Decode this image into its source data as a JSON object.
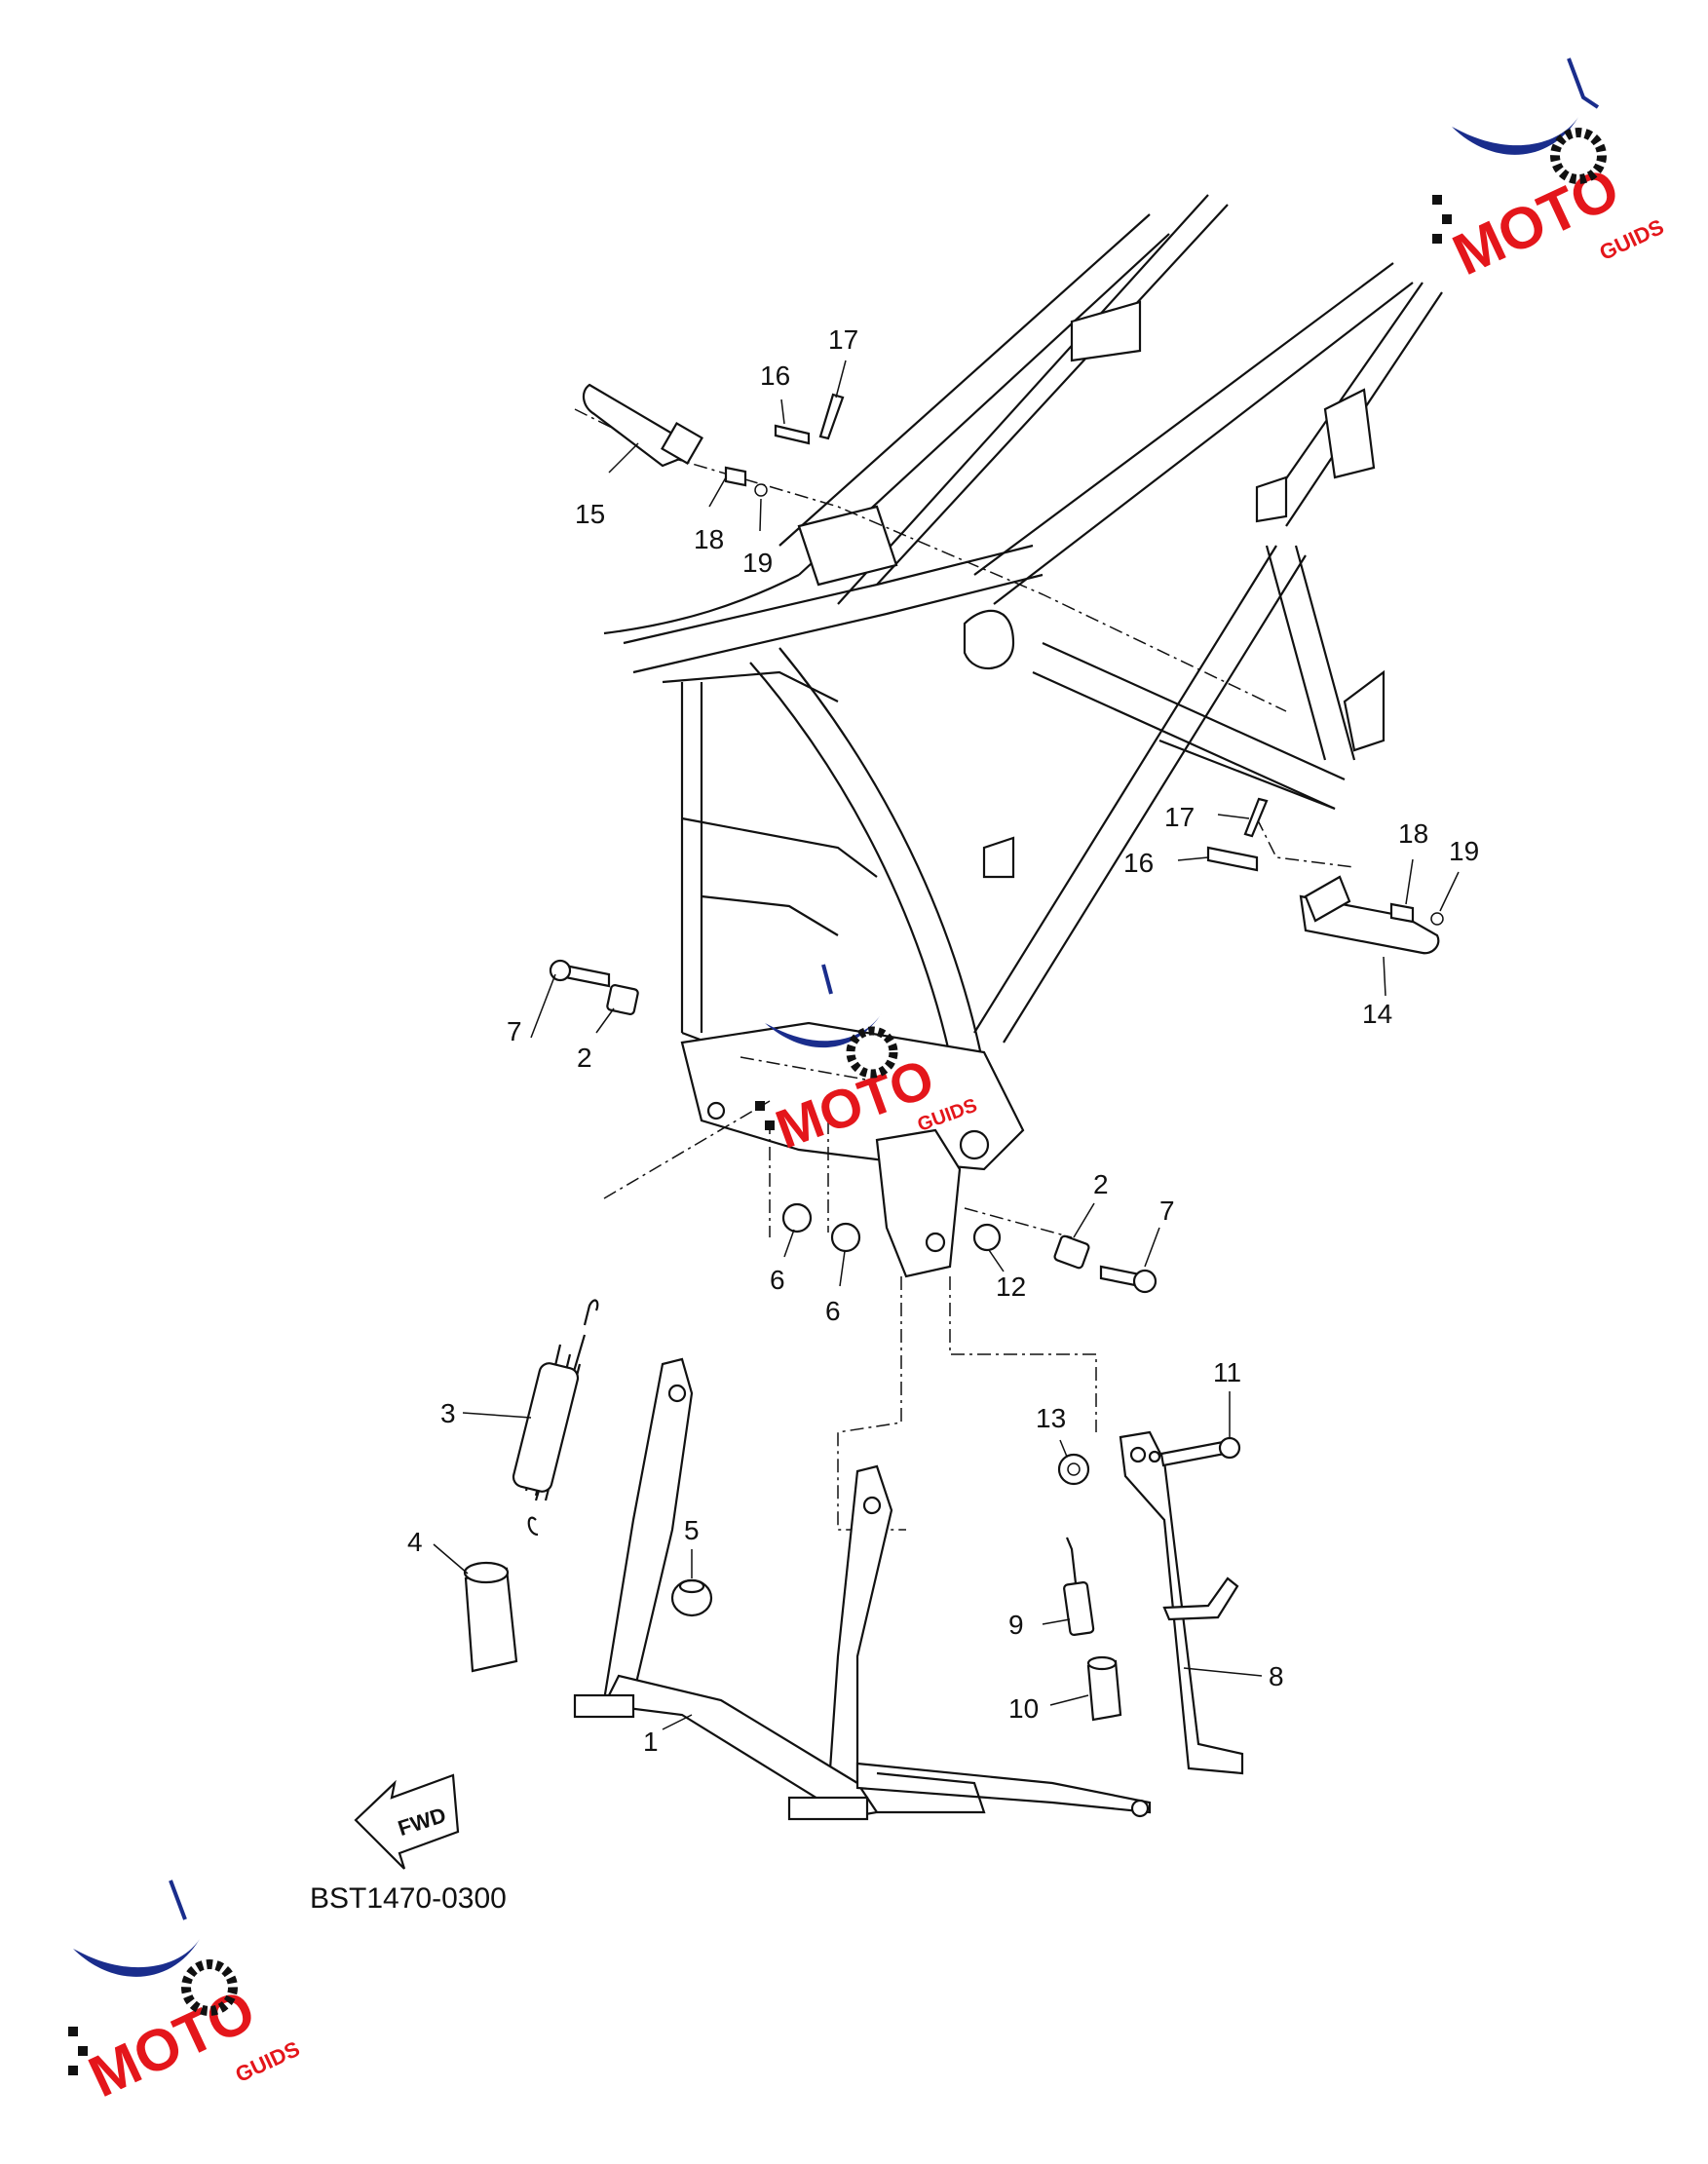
{
  "diagram": {
    "code": "BST1470-0300",
    "fwd_label": "FWD",
    "labels": {
      "p1": "1",
      "p2a": "2",
      "p2b": "2",
      "p3": "3",
      "p4": "4",
      "p5": "5",
      "p6a": "6",
      "p6b": "6",
      "p7a": "7",
      "p7b": "7",
      "p8": "8",
      "p9": "9",
      "p10": "10",
      "p11": "11",
      "p12": "12",
      "p13": "13",
      "p14": "14",
      "p15": "15",
      "p16a": "16",
      "p16b": "16",
      "p17a": "17",
      "p17b": "17",
      "p18a": "18",
      "p18b": "18",
      "p19a": "19",
      "p19b": "19"
    }
  },
  "watermark": {
    "letters": "MOTO",
    "suffix": "GUIDS",
    "colors": {
      "red": "#e4161b",
      "blue": "#1a2d8c",
      "black": "#111111"
    }
  }
}
